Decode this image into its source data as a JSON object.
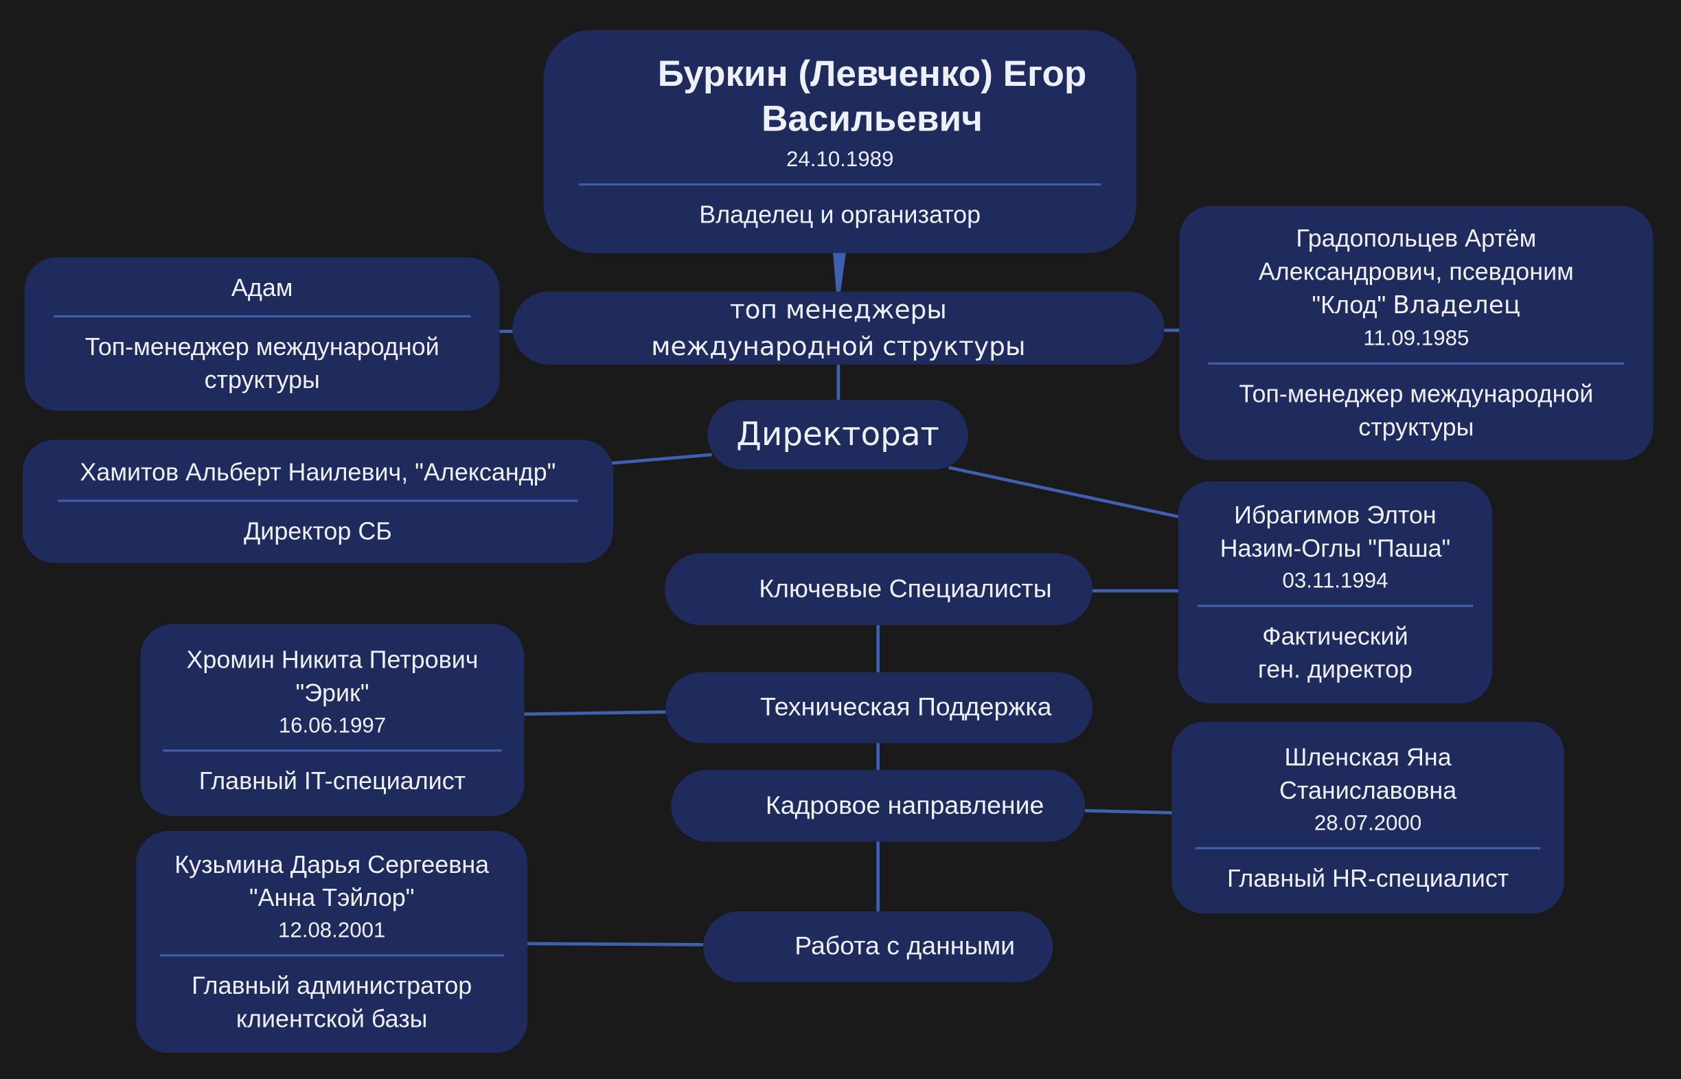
{
  "colors": {
    "background": "#1a1a1a",
    "node": "#1e2b5c",
    "connector": "#3f5fb0",
    "text": "#eef0fb"
  },
  "root": {
    "name": "Буркин (Левченко) Егор Васильевич",
    "date": "24.10.1989",
    "role": "Владелец и организатор"
  },
  "groups": {
    "top_managers": "топ менеджеры международной структуры",
    "directorate": "Директорат",
    "key_specialists": "Ключевые Специалисты",
    "tech_support": "Техническая Поддержка",
    "hr": "Кадровое направление",
    "data": "Работа с данными"
  },
  "people": {
    "adam": {
      "name": "Адам",
      "role": "Топ-менеджер международной структуры"
    },
    "gradopoltsev": {
      "name": "Градопольцев Артём Александрович, псевдоним \"Клод\"",
      "extra": "Владелец",
      "date": "11.09.1985",
      "role": "Топ-менеджер международной структуры"
    },
    "khamitov": {
      "name": "Хамитов Альберт Наилевич, \"Александр\"",
      "role": "Директор СБ"
    },
    "ibragimov": {
      "name": "Ибрагимов Элтон Назим-Оглы \"Паша\"",
      "date": "03.11.1994",
      "role": "Фактический ген. директор"
    },
    "khromin": {
      "name": "Хромин Никита Петрович \"Эрик\"",
      "date": "16.06.1997",
      "role": "Главный IT-специалист"
    },
    "shlenskaya": {
      "name": "Шленская Яна Станиславовна",
      "date": "28.07.2000",
      "role": "Главный HR-специалист"
    },
    "kuzmina": {
      "name": "Кузьмина Дарья Сергеевна \"Анна Тэйлор\"",
      "date": "12.08.2001",
      "role": "Главный администратор клиентской базы"
    }
  }
}
